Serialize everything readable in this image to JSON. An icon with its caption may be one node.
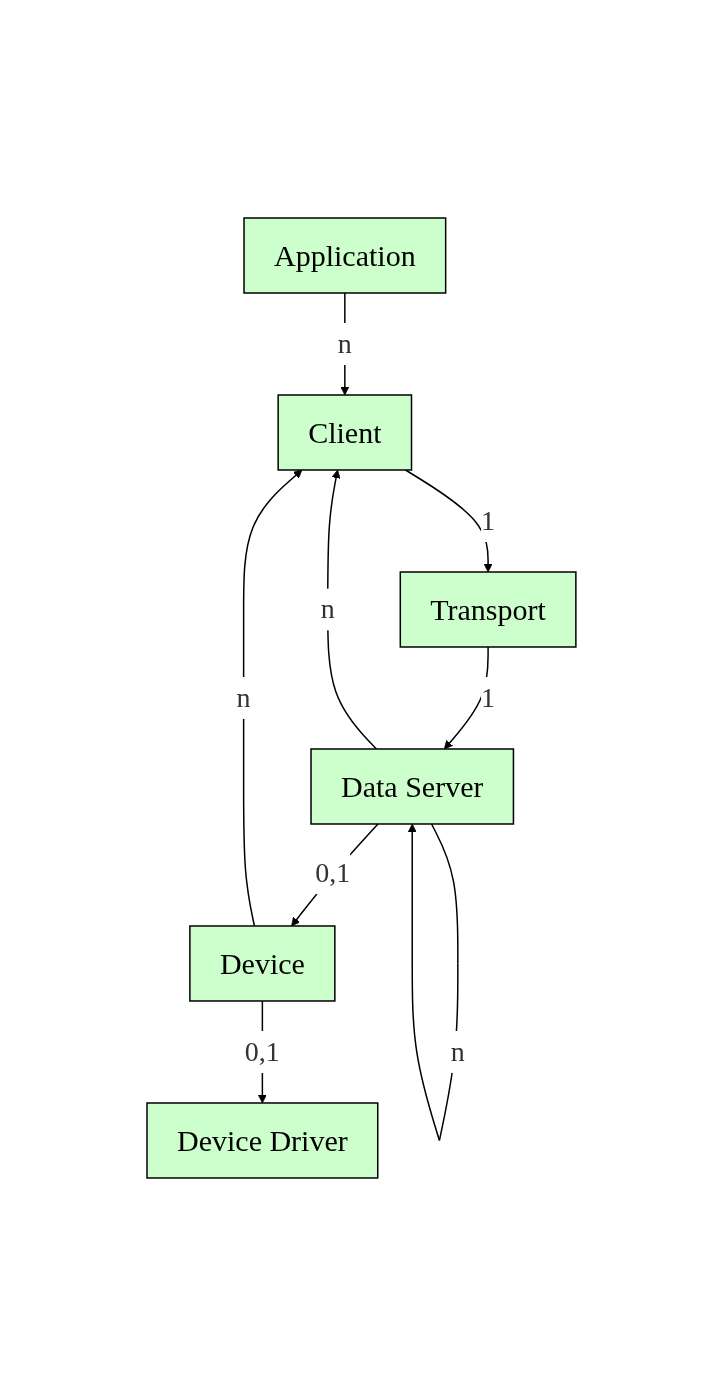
{
  "diagram": {
    "nodes": [
      {
        "text": [
          "Application"
        ]
      },
      {
        "text": [
          "Client"
        ]
      },
      {
        "text": [
          "Transport"
        ]
      },
      {
        "text": [
          "Data Server"
        ]
      },
      {
        "text": [
          "Device"
        ]
      },
      {
        "text": [
          "Device Driver"
        ]
      }
    ],
    "edges": [
      {
        "from": 0,
        "to": 1,
        "arrow": "to",
        "label": "n"
      },
      {
        "from": 1,
        "to": 2,
        "arrow": "to",
        "label": "1"
      },
      {
        "from": 2,
        "to": 3,
        "arrow": "to",
        "label": "1"
      },
      {
        "from": 3,
        "to": 4,
        "arrow": "to",
        "label": "0,1"
      },
      {
        "from": 4,
        "to": 5,
        "arrow": "to",
        "label": "0,1"
      },
      {
        "from": 4,
        "to": 1,
        "arrow": "to",
        "label": "n"
      },
      {
        "from": 3,
        "to": 1,
        "arrow": "to",
        "label": "n"
      },
      {
        "from": 3,
        "to": 3,
        "arrow": "to",
        "label": "n"
      }
    ]
  }
}
